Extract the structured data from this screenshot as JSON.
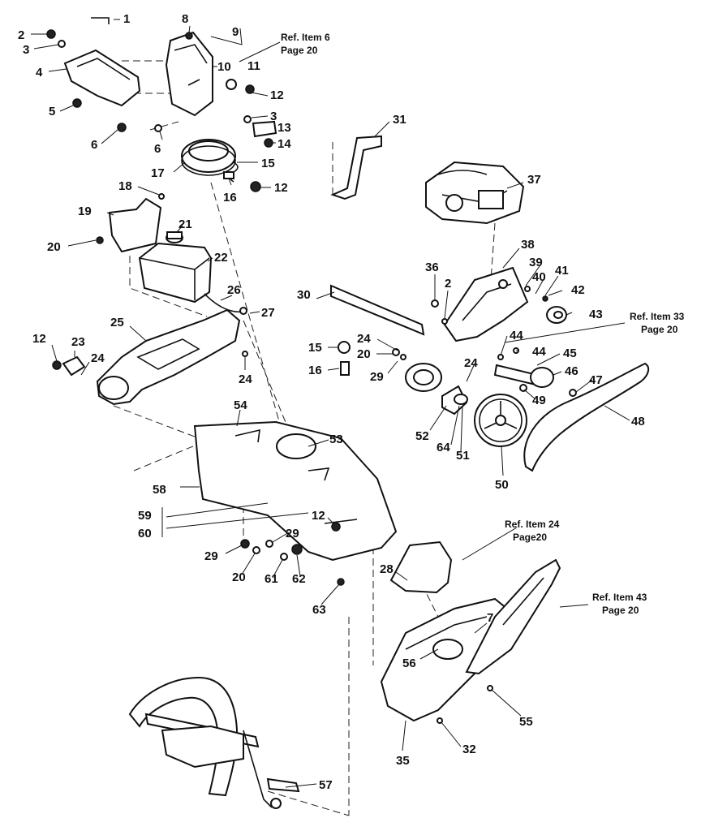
{
  "callouts": [
    {
      "id": "c1",
      "label": "1"
    },
    {
      "id": "c2a",
      "label": "2"
    },
    {
      "id": "c3a",
      "label": "3"
    },
    {
      "id": "c4",
      "label": "4"
    },
    {
      "id": "c5",
      "label": "5"
    },
    {
      "id": "c6a",
      "label": "6"
    },
    {
      "id": "c6b",
      "label": "6"
    },
    {
      "id": "c8",
      "label": "8"
    },
    {
      "id": "c9",
      "label": "9"
    },
    {
      "id": "c10",
      "label": "10"
    },
    {
      "id": "c11",
      "label": "11"
    },
    {
      "id": "c12a",
      "label": "12"
    },
    {
      "id": "c3b",
      "label": "3"
    },
    {
      "id": "c13",
      "label": "13"
    },
    {
      "id": "c14",
      "label": "14"
    },
    {
      "id": "c15a",
      "label": "15"
    },
    {
      "id": "c16a",
      "label": "16"
    },
    {
      "id": "c12b",
      "label": "12"
    },
    {
      "id": "c17",
      "label": "17"
    },
    {
      "id": "c18",
      "label": "18"
    },
    {
      "id": "c19",
      "label": "19"
    },
    {
      "id": "c20a",
      "label": "20"
    },
    {
      "id": "c21",
      "label": "21"
    },
    {
      "id": "c22",
      "label": "22"
    },
    {
      "id": "c26",
      "label": "26"
    },
    {
      "id": "c27",
      "label": "27"
    },
    {
      "id": "c25",
      "label": "25"
    },
    {
      "id": "c12c",
      "label": "12"
    },
    {
      "id": "c23",
      "label": "23"
    },
    {
      "id": "c24a",
      "label": "24"
    },
    {
      "id": "c24b",
      "label": "24"
    },
    {
      "id": "c31",
      "label": "31"
    },
    {
      "id": "c37",
      "label": "37"
    },
    {
      "id": "c30",
      "label": "30"
    },
    {
      "id": "c36",
      "label": "36"
    },
    {
      "id": "c2b",
      "label": "2"
    },
    {
      "id": "c38",
      "label": "38"
    },
    {
      "id": "c39",
      "label": "39"
    },
    {
      "id": "c40",
      "label": "40"
    },
    {
      "id": "c41",
      "label": "41"
    },
    {
      "id": "c42",
      "label": "42"
    },
    {
      "id": "c43a",
      "label": "43"
    },
    {
      "id": "c15b",
      "label": "15"
    },
    {
      "id": "c16b",
      "label": "16"
    },
    {
      "id": "c24c",
      "label": "24"
    },
    {
      "id": "c20b",
      "label": "20"
    },
    {
      "id": "c29a",
      "label": "29"
    },
    {
      "id": "c24d",
      "label": "24"
    },
    {
      "id": "c44a",
      "label": "44"
    },
    {
      "id": "c44b",
      "label": "44"
    },
    {
      "id": "c45",
      "label": "45"
    },
    {
      "id": "c46",
      "label": "46"
    },
    {
      "id": "c47",
      "label": "47"
    },
    {
      "id": "c49",
      "label": "49"
    },
    {
      "id": "c48",
      "label": "48"
    },
    {
      "id": "c52",
      "label": "52"
    },
    {
      "id": "c64",
      "label": "64"
    },
    {
      "id": "c51",
      "label": "51"
    },
    {
      "id": "c50",
      "label": "50"
    },
    {
      "id": "c54",
      "label": "54"
    },
    {
      "id": "c53",
      "label": "53"
    },
    {
      "id": "c58",
      "label": "58"
    },
    {
      "id": "c59",
      "label": "59"
    },
    {
      "id": "c60",
      "label": "60"
    },
    {
      "id": "c12d",
      "label": "12"
    },
    {
      "id": "c29b",
      "label": "29"
    },
    {
      "id": "c29c",
      "label": "29"
    },
    {
      "id": "c20c",
      "label": "20"
    },
    {
      "id": "c61",
      "label": "61"
    },
    {
      "id": "c62",
      "label": "62"
    },
    {
      "id": "c63",
      "label": "63"
    },
    {
      "id": "c28",
      "label": "28"
    },
    {
      "id": "c7",
      "label": "7"
    },
    {
      "id": "c56",
      "label": "56"
    },
    {
      "id": "c55",
      "label": "55"
    },
    {
      "id": "c35",
      "label": "35"
    },
    {
      "id": "c32",
      "label": "32"
    },
    {
      "id": "c57",
      "label": "57"
    }
  ],
  "references": [
    {
      "id": "r6",
      "item": "Ref. Item 6",
      "page": "Page 20"
    },
    {
      "id": "r33",
      "item": "Ref. Item 33",
      "page": "Page 20"
    },
    {
      "id": "r24",
      "item": "Ref. Item 24",
      "page": "Page20"
    },
    {
      "id": "r43",
      "item": "Ref. Item 43",
      "page": "Page 20"
    }
  ]
}
